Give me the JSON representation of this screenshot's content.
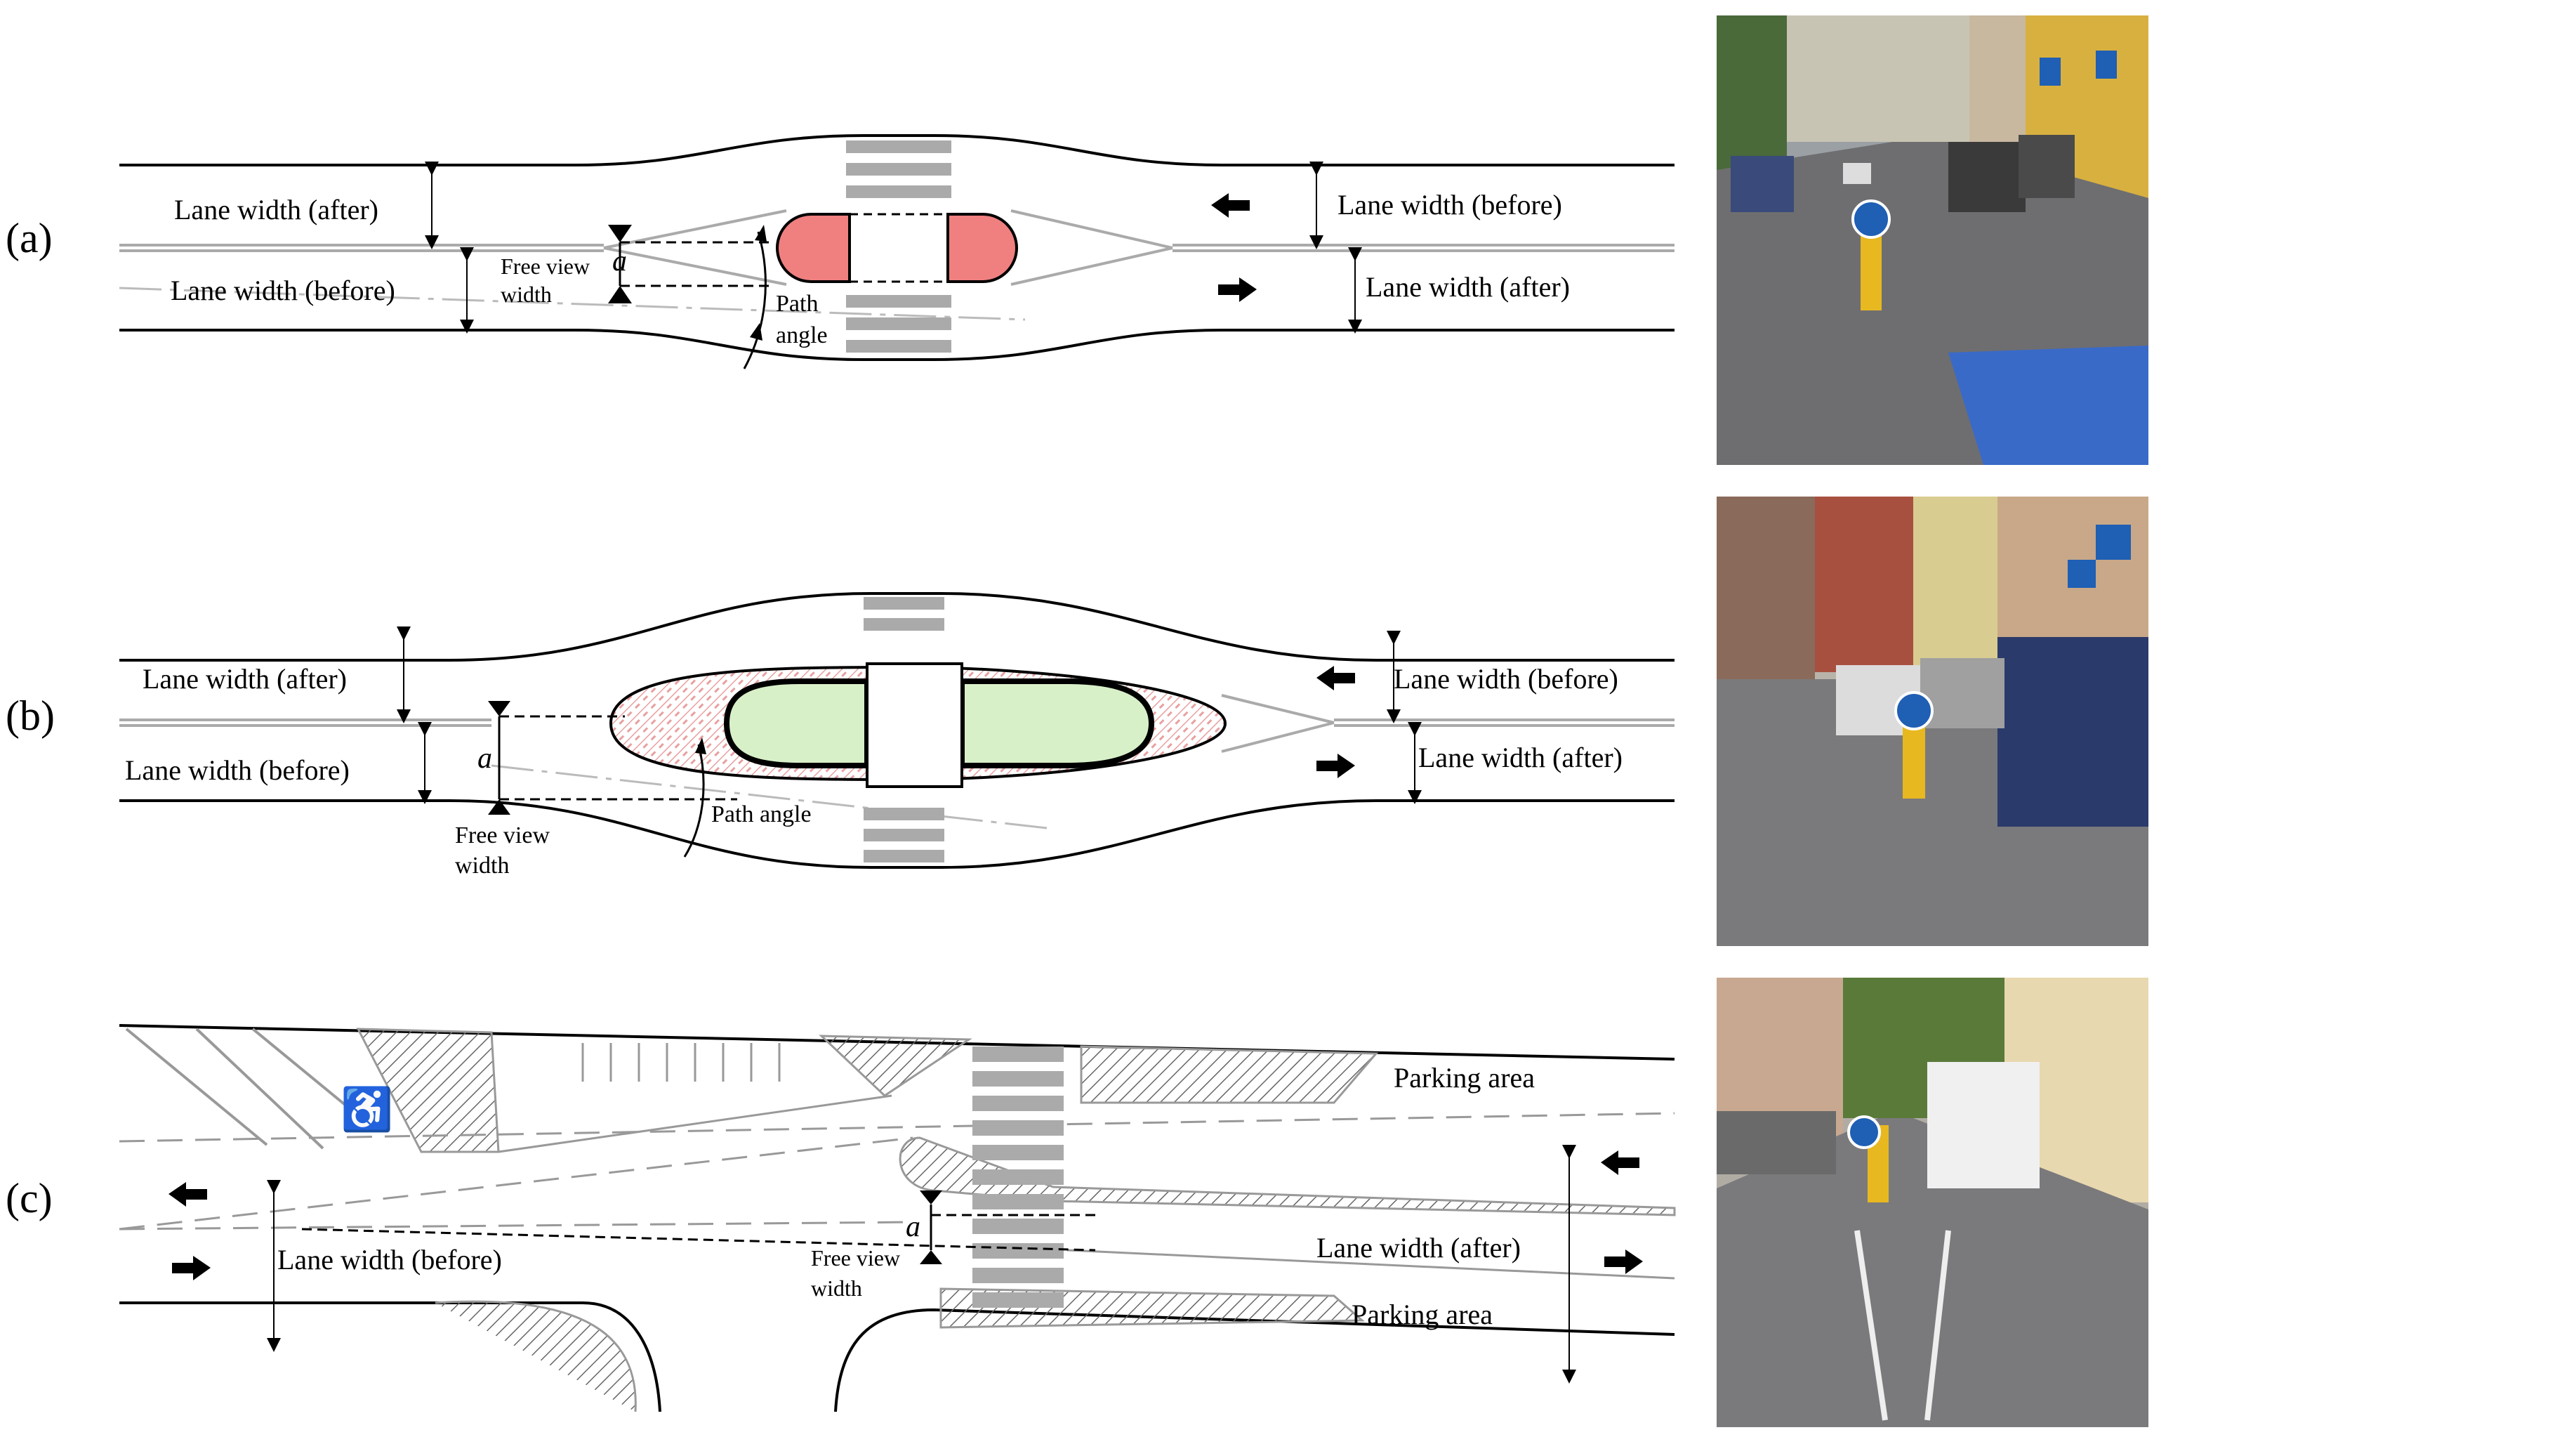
{
  "panels": [
    {
      "label": "(a)",
      "texts": {
        "lane_after_left": "Lane width (after)",
        "lane_before_left": "Lane width (before)",
        "free_view_1": "Free view",
        "free_view_2": "width",
        "a": "a",
        "path_1": "Path",
        "path_2": "angle",
        "lane_before_right": "Lane width (before)",
        "lane_after_right": "Lane width (after)"
      }
    },
    {
      "label": "(b)",
      "texts": {
        "lane_after_left": "Lane width (after)",
        "lane_before_left": "Lane width (before)",
        "a": "a",
        "free_view_1": "Free view",
        "free_view_2": "width",
        "path_angle": "Path angle",
        "lane_before_right": "Lane width (before)",
        "lane_after_right": "Lane width (after)"
      }
    },
    {
      "label": "(c)",
      "texts": {
        "parking_top": "Parking area",
        "lane_before": "Lane width (before)",
        "a": "a",
        "free_view_1": "Free view",
        "free_view_2": "width",
        "lane_after": "Lane width (after)",
        "parking_bottom": "Parking area"
      }
    }
  ],
  "colors": {
    "refuge_red": "#f08080",
    "refuge_green": "#d8f0c8",
    "hatch_pink": "#e8a0a0",
    "line_gray": "#aaaaaa",
    "sign_blue": "#1f5fb4",
    "bollard_yellow": "#e8b820",
    "asphalt": "#6e6e70"
  },
  "icons": [
    "arrow-left-icon",
    "arrow-right-icon",
    "wheelchair-icon",
    "bicycle-rack-icon",
    "sign-keep-right-icon",
    "parking-sign-icon"
  ]
}
